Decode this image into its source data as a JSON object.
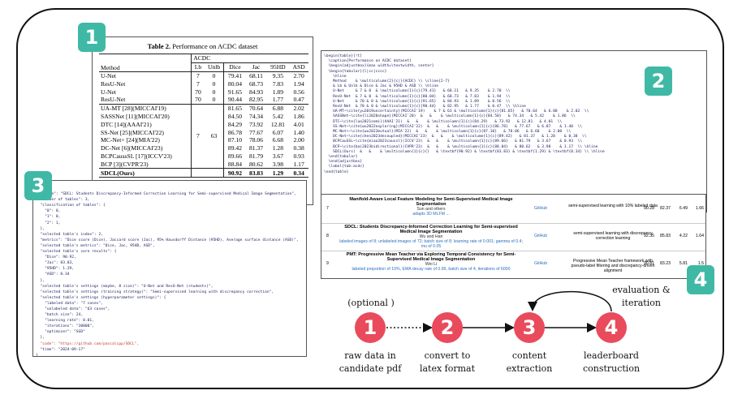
{
  "badges": [
    "1",
    "2",
    "3",
    "4"
  ],
  "table": {
    "caption_bold": "Table 2.",
    "caption_rest": " Performance on ACDC dataset",
    "h_method": "Method",
    "h_group": "ACDC",
    "h_cols": [
      "Lb",
      "Unlb",
      "Dice",
      "Jac",
      "95HD",
      "ASD"
    ],
    "block1": [
      [
        "U-Net",
        "7",
        "0",
        "79.41",
        "68.11",
        "9.35",
        "2.70"
      ],
      [
        "ResU-Net",
        "7",
        "0",
        "80.04",
        "68.73",
        "7.83",
        "1.94"
      ],
      [
        "U-Net",
        "70",
        "0",
        "91.65",
        "84.93",
        "1.89",
        "0.56"
      ],
      [
        "ResU-Net",
        "70",
        "0",
        "90.44",
        "82.95",
        "1.77",
        "0.47"
      ]
    ],
    "block2_lb": "7",
    "block2_unlb": "63",
    "block2": [
      [
        "UA-MT [28](MICCAI'19)",
        "81.65",
        "70.64",
        "6.88",
        "2.02"
      ],
      [
        "SASSNet [11](MICCAI'20)",
        "84.50",
        "74.34",
        "5.42",
        "1.86"
      ],
      [
        "DTC [14](AAAI'21)",
        "84.29",
        "73.92",
        "12.81",
        "4.01"
      ],
      [
        "SS-Net [25](MICCAI'22)",
        "86.78",
        "77.67",
        "6.07",
        "1.40"
      ],
      [
        "MC-Net+ [24](MIA'22)",
        "87.10",
        "78.06",
        "6.68",
        "2.00"
      ],
      [
        "DC-Net [6](MICCAI'23)",
        "89.42",
        "81.37",
        "1.28",
        "0.38"
      ],
      [
        "BCPCaussSL [17](ICCV'23)",
        "89.66",
        "81.79",
        "3.67",
        "0.93"
      ],
      [
        "BCP [3](CVPR'23)",
        "88.84",
        "80.62",
        "3.98",
        "1.17"
      ],
      [
        "SDCL(Ours)",
        "90.92",
        "83.83",
        "1.29",
        "0.34"
      ]
    ]
  },
  "latex_lines": [
    "\\begin{table}[!t]",
    "  \\caption{Performance on ACDC dataset}",
    "  \\begin{adjustbox}{max width=\\textwidth, center}",
    "",
    "  \\begin{tabular}{l|cc|cccc}",
    "    \\hline",
    "    Method    & \\multicolumn{2}{c|}{ACDC} \\\\ \\cline{2-7}",
    "    & Lb & Unlb & Dice & Jac & 95HD & ASD \\\\ \\hline",
    "    U-Net     & 7 & 0  & \\multicolumn{1}{c}{79.41}   & 68.11   & 9.35    & 2.70  \\\\",
    "    ResU-Net  & 7 & 0  & \\multicolumn{1}{c}{80.04}   & 68.73   & 7.83    & 1.94  \\\\",
    "    U-Net     & 70 & 0 & \\multicolumn{1}{c}{91.65}   & 84.93   & 1.89    & 0.56  \\\\",
    "    ResU-Net  & 70 & 0 & \\multicolumn{1}{c}{90.44}   & 82.95   & 1.77    & 0.47  \\\\ \\hline",
    "    UA-MT~\\cite{yu2019uncertainty}(MICCAI'19)    & 7 & 63 & \\multicolumn{1}{c}{81.65}   & 70.64   & 6.88    & 2.02  \\\\",
    "    SASSNet~\\cite{li2020shape}(MICCAI'20)  &   &    & \\multicolumn{1}{c}{84.50}   & 74.34   & 5.42    & 1.86  \\\\",
    "    DTC~\\cite{luo2021semi}(AAAI'21)  &   &    & \\multicolumn{1}{c}{84.29}   & 73.92   & 12.81   & 4.01  \\\\",
    "    SS-Net~\\cite{wu2022exploring}(MICCAI'22)  &   &    & \\multicolumn{1}{c}{86.78}   & 77.67   & 6.07    & 1.40  \\\\",
    "    MC-Net+~\\cite{wu2022mutual}(MIA'22)  &   &    & \\multicolumn{1}{c}{87.10}   & 78.06   & 6.68    & 2.00  \\\\",
    "    DC-Net~\\cite{chen2023decoupled}(MICCAI'23)  &   &    & \\multicolumn{1}{c}{89.42}   & 81.37   & 1.28    & 0.38  \\\\",
    "    BCPCauSSL~\\cite{miao2023caussl}(ICCV'23)  &   &    & \\multicolumn{1}{c}{89.66}   & 81.79   & 3.67    & 0.93  \\\\",
    "    BCP~\\cite{bai2023bidirectional}(CVPR'23)  &   &    & \\multicolumn{1}{c}{88.84}   & 80.62   & 3.98    & 1.17  \\\\ \\hline",
    "    SDCL(Ours)  &   &    & \\multicolumn{1}{c}{}   & \\textbf{90.92} & \\textbf{83.83} & \\textbf{1.29} & \\textbf{0.34} \\\\ \\hline",
    "  \\end{tabular}",
    "  \\end{adjustbox}",
    "  \\label{tab:acdc}",
    "\\end{table}"
  ],
  "json_lines": [
    "{",
    "  \"title\": \"SDCL: Students Discrepancy-Informed Correction Learning for Semi-supervised Medical Image Segmentation\",",
    "  \"number of tables\": 3,",
    "  \"classification of tables\": {",
    "    \"0\": 0,",
    "    \"1\": 0,",
    "    \"2\": 1,",
    "  },",
    "  \"selected table's index\": 2,",
    "  \"metrics\": \"Dice score (Dice), Jaccard score (Jac), 95% Hausdorff Distance (95HD), Average surface distance (ASD)\",",
    "  \"selected table's metrics\": \"Dice, Jac, 95HD, ASD\",",
    "  \"selected table's core results\": {",
    "    \"Dice\": 90.92,",
    "    \"Jac\": 83.83,",
    "    \"95HD\": 1.29,",
    "    \"ASD\": 0.34",
    "  },",
    "  \"selected table's settings (maybe, 8 size)\": \"U-Net and ResU-Net (students)\",",
    "  \"selected table's settings (training strategy)\": \"Semi-supervised learning with discrepancy correction\",",
    "  \"selected table's settings (hyperparameter settings)\": {",
    "    \"labeled data\": \"7 cases\",",
    "    \"unlabeled data\": \"63 cases\",",
    "    \"batch size\": 24,",
    "    \"learning rate\": 0.01,",
    "    \"iterations\": \"30000\",",
    "    \"optimizer\": \"SGD\"",
    "  },",
    "  \"code\": \"https://github.com/pascalcpp/SDCL\",",
    "  \"time\": \"2024-09-17\"",
    "}"
  ],
  "leaderboard": [
    {
      "idx": "7",
      "title": "Manifold-Aware Local Feature Modeling for Semi-Supervised Medical Image Segmentation",
      "author": "Sun and others",
      "abstract": "adapts 3D MLFM ...",
      "github": "GitHub",
      "desc": "semi-supervised learning with 10% labeled data",
      "vals": [
        "90.28",
        "82.37",
        "6.49",
        "1.66"
      ]
    },
    {
      "idx": "8",
      "title": "SDCL: Students Discrepancy-Informed Correction Learning for Semi-supervised Medical Image Segmentation",
      "author": "Wu and Han",
      "abstract": "labeled images of 8; unlabeled images of 72; batch size of 8; learning rate of 0.001; gamma of 0.4; mu of 0.05",
      "github": "GitHub",
      "desc": "semi-supervised learning with discrepancy correction learning",
      "vals": [
        "92.35",
        "85.83",
        "4.22",
        "1.64"
      ]
    },
    {
      "idx": "9",
      "title": "PMT: Progressive Mean Teacher via Exploring Temporal Consistency for Semi-Supervised Medical Image Segmentation",
      "author": "Wei Li",
      "abstract": "labeled proportion of 10%, EMA decay rate of 0.99, batch size of 4, iterations of 6000",
      "github": "GitHub",
      "desc": "Progressive Mean Teacher framework with pseudo-label filtering and discrepancy-driven alignment",
      "vals": [
        "90.81",
        "83.23",
        "5.81",
        "1.5"
      ]
    }
  ],
  "pipeline": {
    "optional": "(optional )",
    "feedback": [
      "evaluation &",
      "iteration"
    ],
    "steps": [
      {
        "num": "1",
        "label": [
          "raw data in",
          "candidate pdf"
        ]
      },
      {
        "num": "2",
        "label": [
          "convert to",
          "latex format"
        ]
      },
      {
        "num": "3",
        "label": [
          "content",
          "extraction"
        ]
      },
      {
        "num": "4",
        "label": [
          "leaderboard",
          "construction"
        ]
      }
    ]
  },
  "colors": {
    "badge": "#3fb9a5",
    "node": "#e94b5c"
  }
}
